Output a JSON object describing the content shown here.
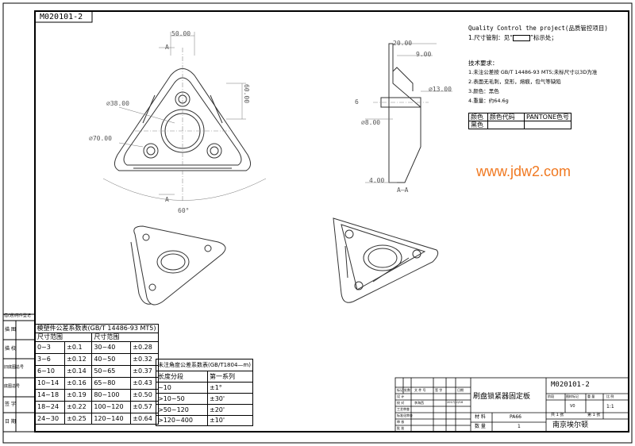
{
  "drawing_no": "M020101-2",
  "notes": {
    "heading": "Quality Control the project(品质管控项目)",
    "line1": "1.尺寸管制：见“",
    "line1_tail": "”标示处；",
    "tech_heading": "技术要求：",
    "items": [
      "1.未注公差按 GB/T 14486-93 MT5;未标尺寸以3D为准",
      "2.表面无毛刺，变形，熔痕，包气等缺陷",
      "3.颜色：黑色",
      "4.重量：约64.6g"
    ]
  },
  "color_table": {
    "h1": "颜色",
    "h2": "颜色代码",
    "h3": "PANTONE色号",
    "r1": "黑色"
  },
  "watermark": "www.jdw2.com",
  "dims": {
    "d50": "50.00",
    "d60": "60.00",
    "d38": "⌀38.00",
    "d70": "⌀70.00",
    "ang60": "60°",
    "d20": "20.00",
    "d900": "9.00",
    "d13": "⌀13.00",
    "d8": "⌀8.00",
    "d400": "4.00",
    "d6": "6",
    "a1": "A",
    "a2": "A",
    "sec": "A—A"
  },
  "left_labels": [
    "描 图",
    "描 校",
    "旧底图总号",
    "底图总号",
    "签 字",
    "日 期"
  ],
  "left_top": "借(通)用件登记",
  "tol_table": {
    "title": "模塑件公差系数表(GB/T 14486-93 MT5)",
    "head_a": "尺寸范围",
    "head_b": "尺寸范围",
    "rows": [
      [
        "0~3",
        "±0.1",
        "30~40",
        "±0.28"
      ],
      [
        "3~6",
        "±0.12",
        "40~50",
        "±0.32"
      ],
      [
        "6~10",
        "±0.14",
        "50~65",
        "±0.37"
      ],
      [
        "10~14",
        "±0.16",
        "65~80",
        "±0.43"
      ],
      [
        "14~18",
        "±0.19",
        "80~100",
        "±0.50"
      ],
      [
        "18~24",
        "±0.22",
        "100~120",
        "±0.57"
      ],
      [
        "24~30",
        "±0.25",
        "120~140",
        "±0.64"
      ]
    ]
  },
  "angle_table": {
    "title": "未注角度公差系数表(GB/T1804—m)",
    "h1": "长度分段",
    "h2": "第一系列",
    "rows": [
      [
        "~10",
        "±1°"
      ],
      [
        ">10~50",
        "±30'"
      ],
      [
        ">50~120",
        "±20'"
      ],
      [
        ">120~400",
        "±10'"
      ]
    ]
  },
  "title_block": {
    "part_name": "刷盘锁紧器固定板",
    "drawing_no": "M020101-2",
    "company": "南京埃尔顿",
    "material_label": "材 料",
    "material": "PA66",
    "qty_label": "数 量",
    "qty": "1",
    "sign_head": [
      "标记",
      "处数",
      "文 件 号",
      "签 字",
      "日期"
    ],
    "sign_rows": [
      "设 计",
      "校 对",
      "工艺审查",
      "标准化审查",
      "审 核",
      "批 准"
    ],
    "designer": "李海西",
    "date": "2017/10/16",
    "right_head": [
      "阶段",
      "图样标记",
      "重 量",
      "比 例"
    ],
    "scale": "1:1",
    "sheet_a": "共 1 张",
    "sheet_b": "第 1 张",
    "version": "V0"
  }
}
